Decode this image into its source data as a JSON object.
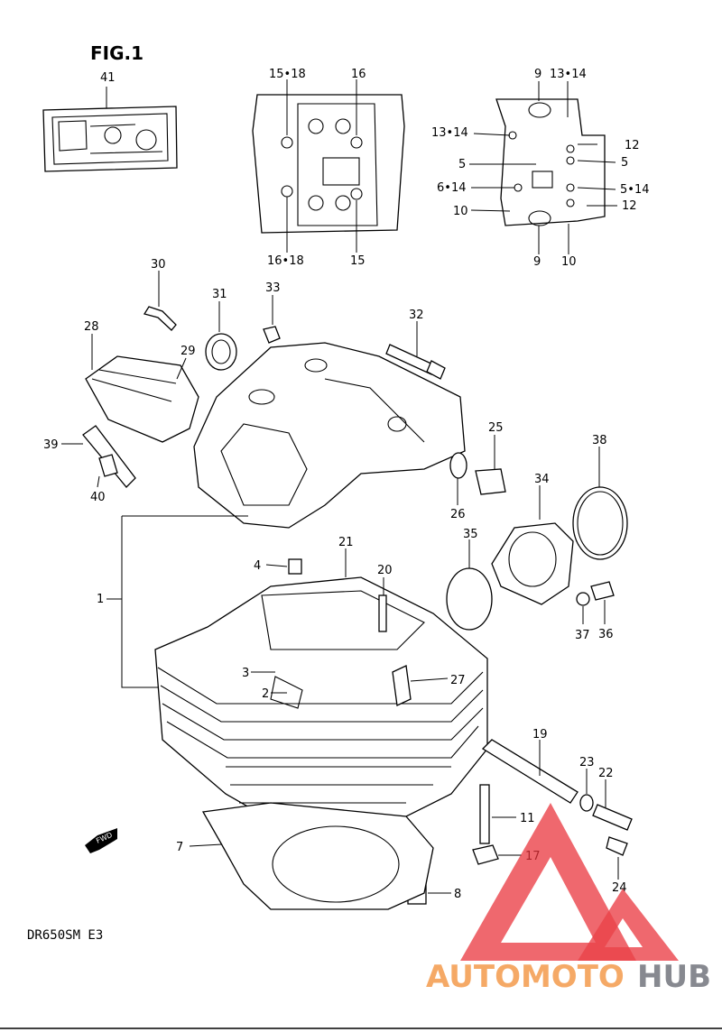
{
  "title": "FIG.1",
  "model": "DR650SM  E3",
  "fwd": "FWD",
  "labels": {
    "l41": "41",
    "l15_18": "15•18",
    "l16": "16",
    "l16_18": "16•18",
    "l15": "15",
    "l9a": "9",
    "l13_14a": "13•14",
    "l13_14b": "13•14",
    "l12a": "12",
    "l5a": "5",
    "l5b": "5",
    "l5_14": "5•14",
    "l6_14": "6•14",
    "l10a": "10",
    "l12b": "12",
    "l9b": "9",
    "l10b": "10",
    "l30": "30",
    "l31": "31",
    "l33": "33",
    "l32": "32",
    "l28": "28",
    "l29": "29",
    "l39": "39",
    "l40": "40",
    "l25": "25",
    "l26": "26",
    "l38": "38",
    "l34": "34",
    "l35": "35",
    "l21": "21",
    "l4": "4",
    "l20": "20",
    "l1": "1",
    "l37": "37",
    "l36": "36",
    "l3": "3",
    "l2": "2",
    "l27": "27",
    "l19": "19",
    "l23": "23",
    "l22": "22",
    "l11": "11",
    "l17": "17",
    "l7": "7",
    "l24": "24",
    "l8": "8"
  },
  "watermark": {
    "part1": "AUTOMOTO",
    "part2": "HUB",
    "color1": "#f5a25a",
    "color2": "#7d8087",
    "triangle": "#e8323a"
  }
}
